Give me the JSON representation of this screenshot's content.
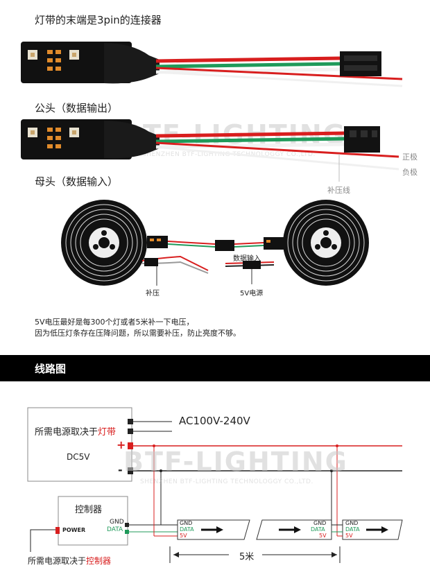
{
  "top": {
    "title": "灯带的末端是3pin的连接器",
    "male_label": "公头（数据输出）",
    "female_label": "母头（数据输入）",
    "positive_label": "正极",
    "negative_label": "负极",
    "boost_wire_label": "补压线",
    "data_input_label": "数据输入",
    "boost_label": "补压",
    "power_label": "5V电源",
    "note_line1": "5V电压最好是每300个灯或者5米补一下电压，",
    "note_line2": "因为低压灯条存在压降问题，所以需要补压，防止亮度不够。"
  },
  "watermark": {
    "brand": "BTF-LIGHTING",
    "company": "SHENZHEN BTF-LIGHTING TECHNOLOGGY CO.,LTD."
  },
  "section": {
    "title": "线路图"
  },
  "wiring": {
    "psu_text_prefix": "所需电源取决于",
    "psu_text_highlight": "灯带",
    "psu_voltage": "DC5V",
    "ac_label": "AC100V-240V",
    "plus": "+",
    "minus": "-",
    "controller_title": "控制器",
    "ctrl_gnd": "GND",
    "ctrl_data": "DATA",
    "power_tag": "POWER",
    "ctrl_text_prefix": "所需电源取决于",
    "ctrl_text_highlight": "控制器",
    "seg_gnd": "GND",
    "seg_data": "DATA",
    "seg_5v": "5V",
    "distance": "5米"
  },
  "colors": {
    "red_wire": "#d81e1e",
    "green_wire": "#1f9a5a",
    "black": "#111111",
    "highlight": "#d81e1e"
  }
}
